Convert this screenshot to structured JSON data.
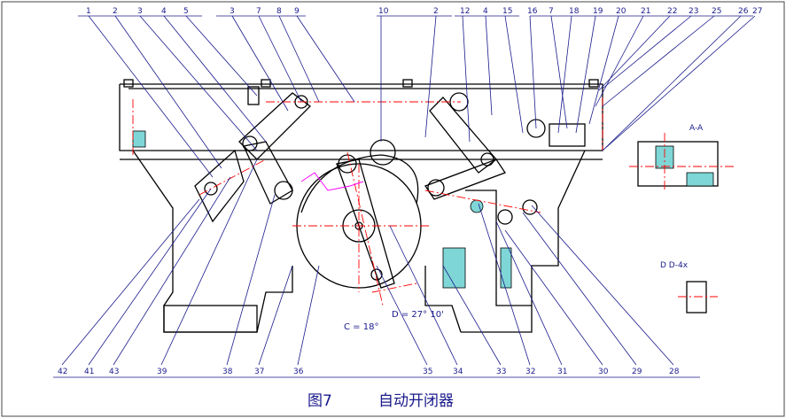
{
  "caption": {
    "figure": "图7",
    "title": "自动开闭器"
  },
  "labels_top": [
    "1",
    "2",
    "3",
    "4",
    "5",
    "3",
    "7",
    "8",
    "9",
    "10",
    "2",
    "12",
    "4",
    "15",
    "16",
    "7",
    "18",
    "19",
    "20",
    "21",
    "22",
    "23",
    "25",
    "26",
    "27"
  ],
  "labels_bottom": [
    "42",
    "41",
    "43",
    "39",
    "38",
    "37",
    "36",
    "35",
    "34",
    "33",
    "32",
    "31",
    "30",
    "29",
    "28"
  ],
  "annotations": {
    "angle_c": "C = 18°",
    "angle_d": "D = 27° 10'",
    "section_a": "A-A",
    "small_text": "D D-4x"
  },
  "colors": {
    "outline": "#000000",
    "leader": "#1a1a8c",
    "centerline": "#ff0000",
    "highlight": "#ff00ff",
    "hatch": "#7fd6d6"
  }
}
